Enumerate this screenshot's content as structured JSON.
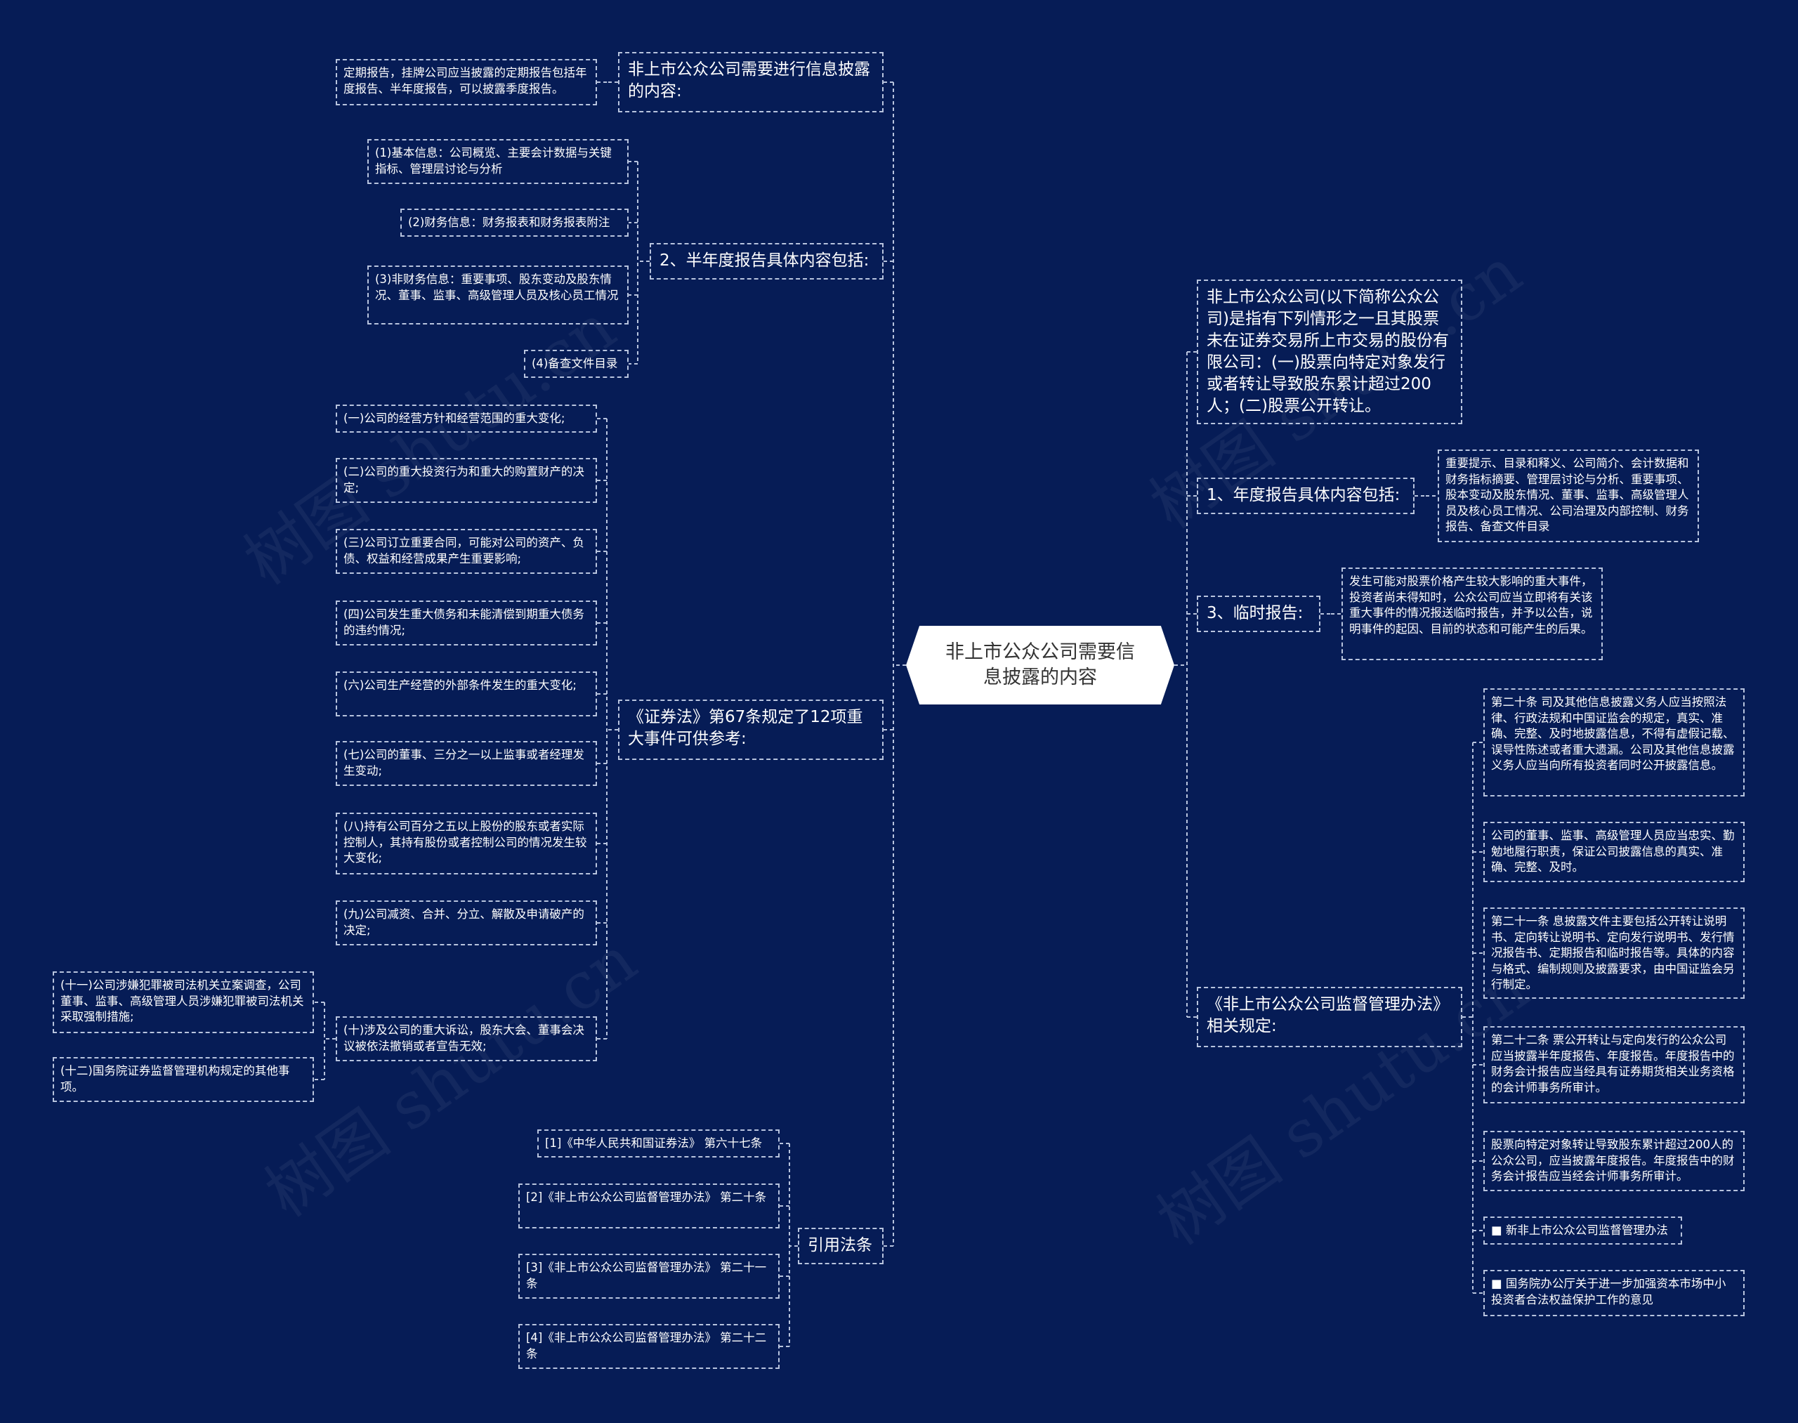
{
  "palette": {
    "background": "#061c56",
    "line": "#b8c4de",
    "text": "#ffffff",
    "root_fill": "#ffffff",
    "root_text": "#333333"
  },
  "root": "非上市公众公司需要信息披露的内容",
  "left": {
    "content": {
      "label": "非上市公众公司需要进行信息披露的内容:",
      "items": [
        "定期报告，挂牌公司应当披露的定期报告包括年度报告、半年度报告，可以披露季度报告。"
      ]
    },
    "semiannual": {
      "label": "2、半年度报告具体内容包括:",
      "items": [
        "(1)基本信息：公司概览、主要会计数据与关键指标、管理层讨论与分析",
        "(2)财务信息：财务报表和财务报表附注",
        "(3)非财务信息：重要事项、股东变动及股东情况、董事、监事、高级管理人员及核心员工情况",
        "(4)备查文件目录"
      ]
    },
    "securities_law": {
      "label": "《证券法》第67条规定了12项重大事件可供参考:",
      "items": [
        "(一)公司的经营方针和经营范围的重大变化;",
        "(二)公司的重大投资行为和重大的购置财产的决定;",
        "(三)公司订立重要合同，可能对公司的资产、负债、权益和经营成果产生重要影响;",
        "(四)公司发生重大债务和未能清偿到期重大债务的违约情况;",
        "(六)公司生产经营的外部条件发生的重大变化;",
        "(七)公司的董事、三分之一以上监事或者经理发生变动;",
        "(八)持有公司百分之五以上股份的股东或者实际控制人，其持有股份或者控制公司的情况发生较大变化;",
        "(九)公司减资、合并、分立、解散及申请破产的决定;",
        "(十)涉及公司的重大诉讼，股东大会、董事会决议被依法撤销或者宣告无效;"
      ],
      "sub_items": [
        "(十一)公司涉嫌犯罪被司法机关立案调查，公司董事、监事、高级管理人员涉嫌犯罪被司法机关采取强制措施;",
        "(十二)国务院证券监督管理机构规定的其他事项。"
      ]
    },
    "cited_laws": {
      "label": "引用法条",
      "items": [
        "[1]《中华人民共和国证券法》 第六十七条",
        "[2]《非上市公众公司监督管理办法》 第二十条",
        "[3]《非上市公众公司监督管理办法》 第二十一条",
        "[4]《非上市公众公司监督管理办法》 第二十二条"
      ]
    }
  },
  "right": {
    "definition": "非上市公众公司(以下简称公众公司)是指有下列情形之一且其股票未在证券交易所上市交易的股份有限公司：(一)股票向特定对象发行或者转让导致股东累计超过200人；(二)股票公开转让。",
    "annual": {
      "label": "1、年度报告具体内容包括:",
      "items": [
        "重要提示、目录和释义、公司简介、会计数据和财务指标摘要、管理层讨论与分析、重要事项、股本变动及股东情况、董事、监事、高级管理人员及核心员工情况、公司治理及内部控制、财务报告、备查文件目录"
      ]
    },
    "interim": {
      "label": "3、临时报告:",
      "items": [
        "发生可能对股票价格产生较大影响的重大事件，投资者尚未得知时，公众公司应当立即将有关该重大事件的情况报送临时报告，并予以公告，说明事件的起因、目前的状态和可能产生的后果。"
      ]
    },
    "regulation": {
      "label": "《非上市公众公司监督管理办法》相关规定:",
      "items": [
        "第二十条 司及其他信息披露义务人应当按照法律、行政法规和中国证监会的规定，真实、准确、完整、及时地披露信息，不得有虚假记载、误导性陈述或者重大遗漏。公司及其他信息披露义务人应当向所有投资者同时公开披露信息。",
        "公司的董事、监事、高级管理人员应当忠实、勤勉地履行职责，保证公司披露信息的真实、准确、完整、及时。",
        "第二十一条 息披露文件主要包括公开转让说明书、定向转让说明书、定向发行说明书、发行情况报告书、定期报告和临时报告等。具体的内容与格式、编制规则及披露要求，由中国证监会另行制定。",
        "第二十二条 票公开转让与定向发行的公众公司应当披露半年度报告、年度报告。年度报告中的财务会计报告应当经具有证券期货相关业务资格的会计师事务所审计。",
        "股票向特定对象转让导致股东累计超过200人的公众公司，应当披露年度报告。年度报告中的财务会计报告应当经会计师事务所审计。",
        "■ 新非上市公众公司监督管理办法",
        "■ 国务院办公厅关于进一步加强资本市场中小投资者合法权益保护工作的意见"
      ]
    }
  },
  "watermark": [
    "树图 shutu.cn",
    "树图 shutu.cn",
    "树图 shutu.cn",
    "树图 shutu.cn"
  ]
}
